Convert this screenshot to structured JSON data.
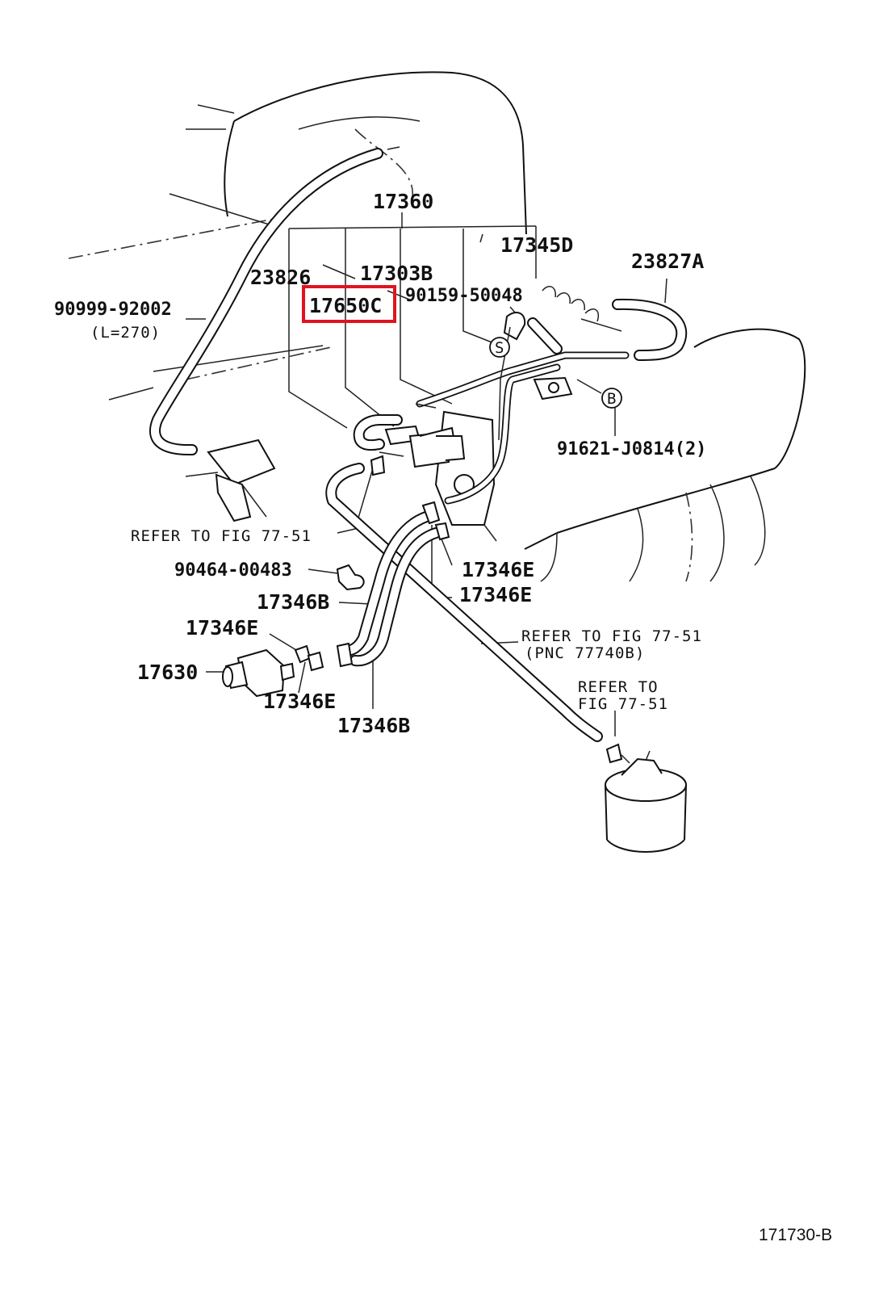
{
  "diagram": {
    "labels": {
      "p17360": "17360",
      "p17345D": "17345D",
      "p23827A": "23827A",
      "p23826": "23826",
      "p17303B": "17303B",
      "p17650C": "17650C",
      "p90159": "90159-50048",
      "p90999": "90999-92002",
      "p90999_len": "(L=270)",
      "circle_s": "S",
      "circle_b": "B",
      "p91621": "91621-J0814(2)",
      "ref1": "REFER TO FIG 77-51",
      "p90464": "90464-00483",
      "p17346E_a": "17346E",
      "p17346E_b": "17346E",
      "p17346B_a": "17346B",
      "p17346E_c": "17346E",
      "p17630": "17630",
      "p17346E_d": "17346E",
      "p17346B_b": "17346B",
      "ref2_line1": "REFER TO FIG 77-51",
      "ref2_line2": "(PNC 77740B)",
      "ref3_line1": "REFER TO",
      "ref3_line2": "FIG 77-51"
    },
    "highlighted_part": "17650C",
    "highlight_color": "#e0141e",
    "figure_code": "171730-B"
  }
}
